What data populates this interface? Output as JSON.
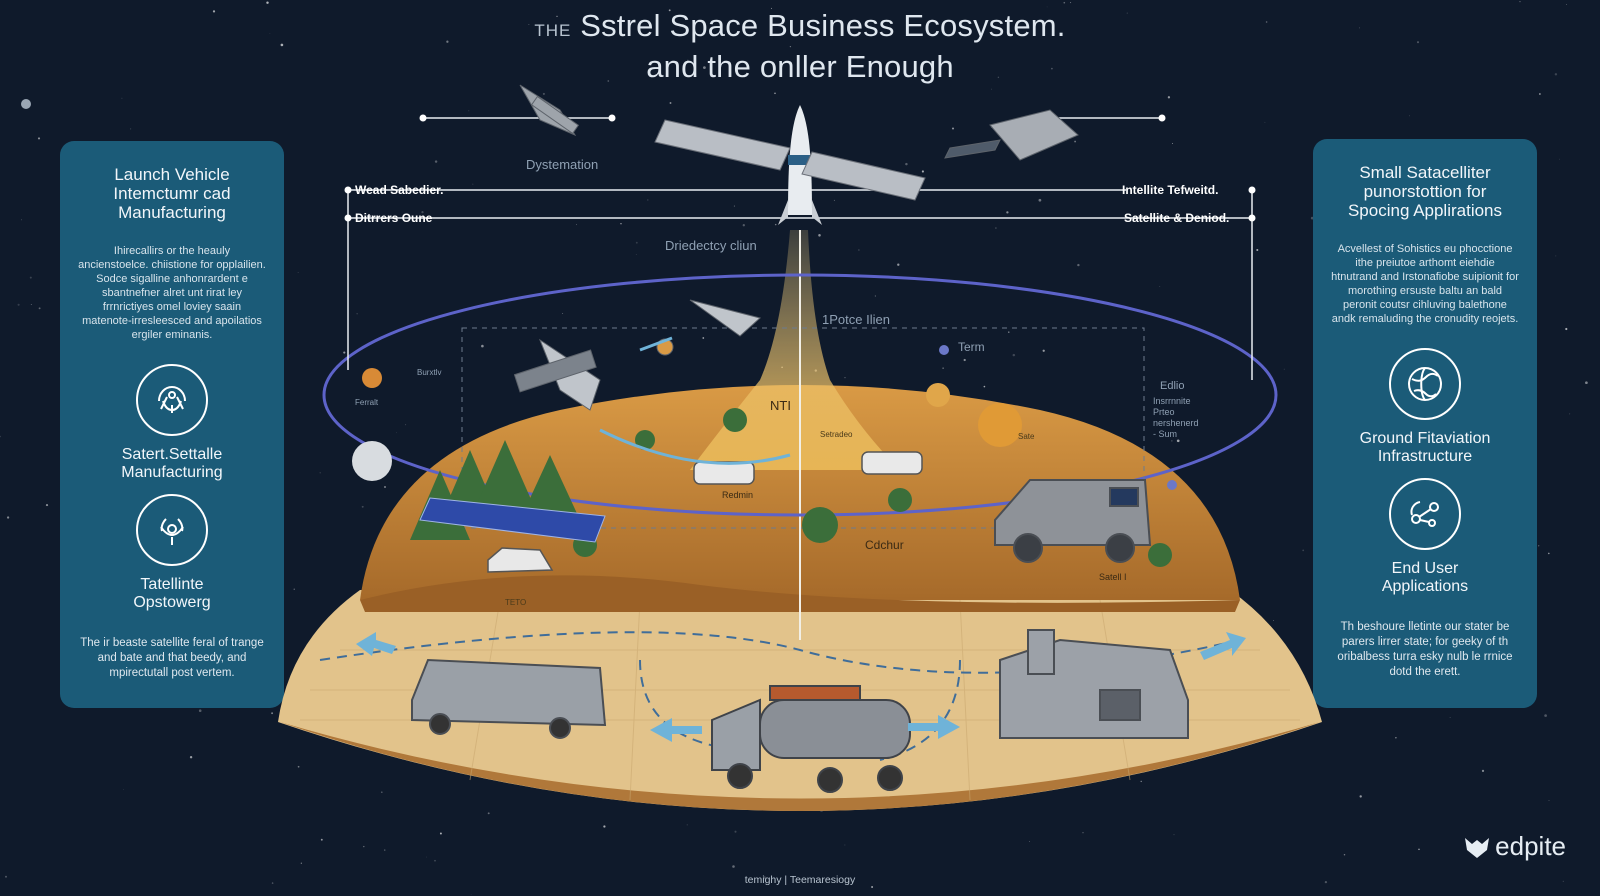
{
  "header": {
    "pre_title": "THE",
    "title_line1": "Sstrel Space Business Ecosystem.",
    "title_line2": "and the onller Enough"
  },
  "left_panel": {
    "heading": "Launch Vehicle\nIntemctumr cad\nManufacturing",
    "body": "Ihirecallirs or the heauly ancienstoelce. chiistione for opplailien. Sodce sigalline anhonrardent e sbantnefner alret unt rirat ley frrnrictiyes omel loviey saain matenote-irresleesced and apoilatios ergiler eminanis.",
    "item1_label": "Satert.Settalle\nManufacturing",
    "item1_icon": "satellite-manufacturing-icon",
    "item2_label": "Tatellinte\nOpstowerg",
    "item2_icon": "satellite-operations-icon",
    "footer_text": "The ir beaste satellite feral of trange and bate and that beedy, and mpirectutall post vertem."
  },
  "right_panel": {
    "heading": "Small Satacelliter\npunorstottion for\nSpocing Applirations",
    "body": "Acvellest of Sohistics eu phocctione ithe preiutoe arthomt eiehdie htnutrand and Irstonafiobe suipionit for morothing ersuste baltu an bald peronit coutsr cihluving balethone andk remaluding the cronudity reojets.",
    "item1_label": "Ground Fitaviation\nInfrastructure",
    "item1_icon": "globe-icon",
    "item2_label": "End User\nApplications",
    "item2_icon": "network-icon",
    "footer_text": "Th beshoure lletinte our stater be parers lirrer state; for geeky of th oribalbess turra esky nulb le rrnice dotd the erett."
  },
  "diagram": {
    "labels": {
      "top_left_1": "Wead Sabedier.",
      "top_left_2": "Ditrrers Oune",
      "top_right_1": "Intellite Tefweitd.",
      "top_right_2": "Satellite & Deniod.",
      "systemation": "Dystemation",
      "directory": "Driedectcy cliun",
      "police": "1Potce Ilien",
      "term": "Term",
      "nt": "NTI",
      "center_badge": "Redmin",
      "cdchur": "Cdchur",
      "ediio": "Edlio",
      "ediio_sub": "Insrrnnite\nPrteo\nnershenerd\n- Sum",
      "satell": "Satell I",
      "tiny_left": "Ferralt",
      "tiny_left2": "Burxtlv",
      "tiny_mid": "Setradeo",
      "tiny_mid2": "Sate",
      "tiny_bottom": "TETO"
    }
  },
  "footer": {
    "credit": "temighy | Teemaresiogy",
    "logo": "edpite"
  },
  "colors": {
    "background": "#0f1a2b",
    "panel": "#1b5b78",
    "ground_top": "#c88a3a",
    "ground_bottom": "#e3c790",
    "orbit": "#5d63c9",
    "accent_blue": "#6fb3d8"
  }
}
